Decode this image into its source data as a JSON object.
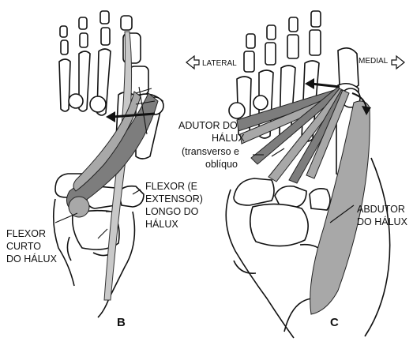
{
  "panel_b": {
    "panel_label": "B",
    "label_flexor_curto": [
      "FLEXOR",
      "CURTO",
      "DO HÁLUX"
    ],
    "label_flexor_longo": [
      "FLEXOR (E",
      "EXTENSOR)",
      "LONGO DO",
      "HÁLUX"
    ]
  },
  "panel_c": {
    "panel_label": "C",
    "direction_lateral": "LATERAL",
    "direction_medial": "MEDIAL",
    "label_adutor": [
      "ADUTOR DO",
      "HÁLUX",
      "(transverso e",
      "oblíquo"
    ],
    "label_abdutor": [
      "ABDUTOR",
      "DO HÁLUX"
    ]
  },
  "colors": {
    "muscle_dark": "#7d7d7d",
    "muscle_mid": "#a8a8a8",
    "muscle_light": "#c9c9c9",
    "bone_outline": "#111111"
  }
}
